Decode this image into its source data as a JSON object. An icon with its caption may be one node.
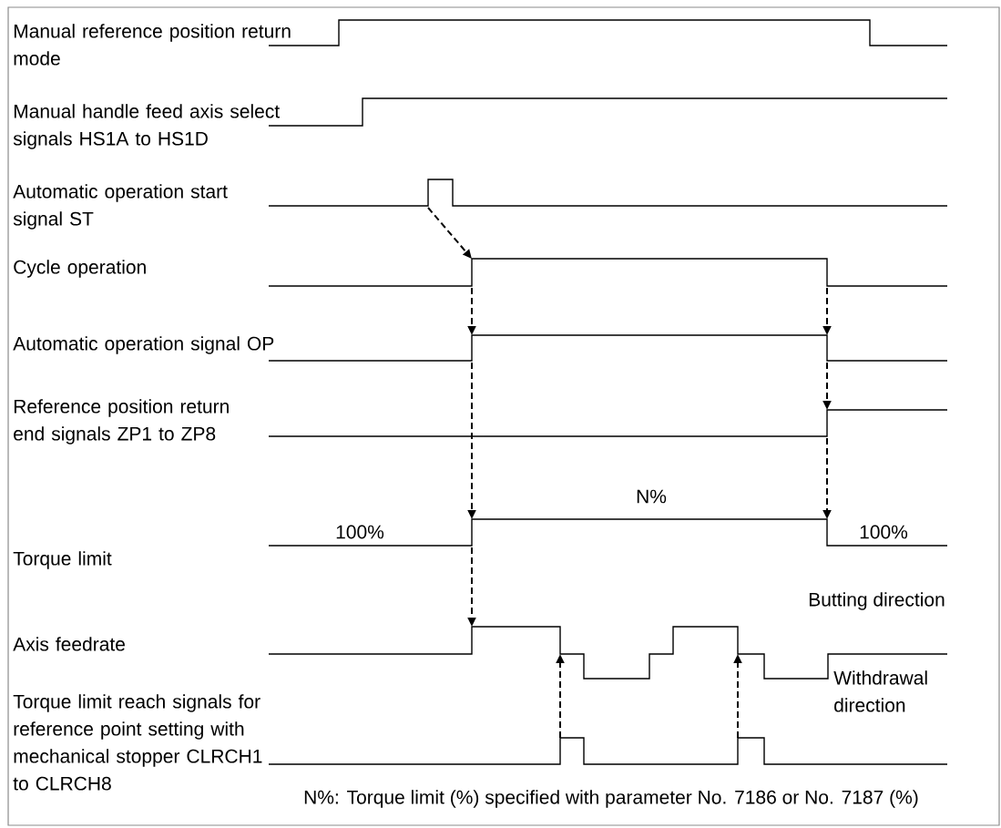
{
  "diagram": {
    "nodes": [
      {
        "text": [],
        "shape": "waveform"
      },
      {
        "text": [],
        "shape": "waveform"
      },
      {
        "text": [],
        "shape": "waveform"
      },
      {
        "text": [],
        "shape": "waveform"
      },
      {
        "text": [],
        "shape": "waveform"
      },
      {
        "text": [],
        "shape": "waveform"
      },
      {
        "text": [],
        "shape": "waveform"
      },
      {
        "text": [],
        "shape": "waveform"
      },
      {
        "text": [],
        "shape": "waveform"
      }
    ],
    "edges": [
      {
        "from": 2,
        "to": 3,
        "arrow": "to",
        "style": "dashed"
      },
      {
        "from": 3,
        "to": 4,
        "arrow": "to",
        "style": "dashed"
      },
      {
        "from": 3,
        "to": 4,
        "arrow": "to",
        "style": "dashed"
      },
      {
        "from": 4,
        "to": 6,
        "arrow": "to",
        "style": "dashed"
      },
      {
        "from": 4,
        "to": 5,
        "arrow": "to",
        "style": "dashed"
      },
      {
        "from": 5,
        "to": 6,
        "arrow": "to",
        "style": "dashed"
      },
      {
        "from": 6,
        "to": 7,
        "arrow": "to",
        "style": "dashed"
      },
      {
        "from": 8,
        "to": 7,
        "arrow": "to",
        "style": "dashed"
      },
      {
        "from": 8,
        "to": 7,
        "arrow": "to",
        "style": "dashed"
      }
    ],
    "labels": [
      "Manual reference position return mode",
      "Manual handle feed axis select signals HS1A to HS1D",
      "Automatic operation start signal ST",
      "Cycle operation",
      "Automatic operation signal OP",
      "Reference position return end signals ZP1 to ZP8",
      "N%",
      "100%",
      "100%",
      "Torque limit",
      "Butting direction",
      "Axis feedrate",
      "Withdrawal direction",
      "Torque limit reach signals for reference point setting with mechanical stopper CLRCH1 to CLRCH8",
      "N%: Torque limit (%) specified with parameter No. 7186 or No. 7187 (%)"
    ]
  }
}
